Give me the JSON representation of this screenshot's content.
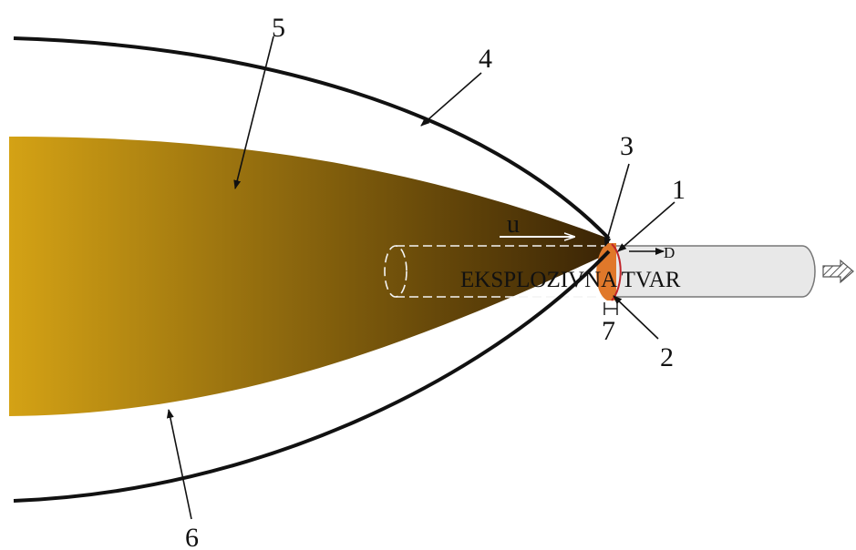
{
  "labels": {
    "n1": "1",
    "n2": "2",
    "n3": "3",
    "n4": "4",
    "n5": "5",
    "n6": "6",
    "n7": "7",
    "explosive": "EKSPLOZIVNA TVAR",
    "velocity_u": "u",
    "velocity_D": "D"
  },
  "colors": {
    "products_light": "#d4a215",
    "products_dark": "#3a2405",
    "reaction_zone": "#e0782a",
    "charge_fill": "#e8e8e8",
    "line": "#111111"
  }
}
